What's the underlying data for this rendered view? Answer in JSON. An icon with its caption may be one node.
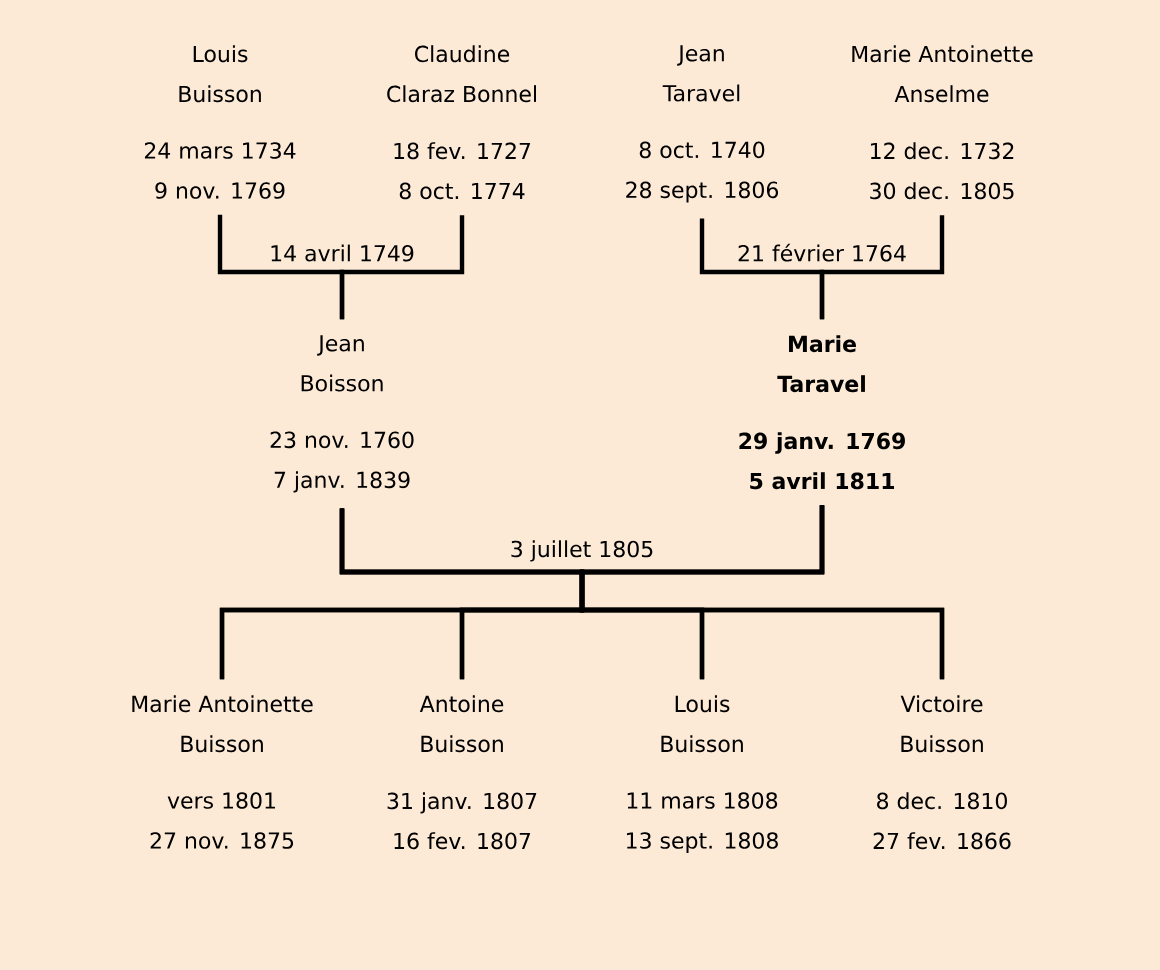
{
  "diagram": {
    "nodes": [
      {
        "text": [
          "Louis Buisson",
          "24 mars 1734",
          "9 nov. 1769"
        ]
      },
      {
        "text": [
          "Claudine Claraz Bonnel",
          "18 fev. 1727",
          "8 oct. 1774"
        ]
      },
      {
        "text": [
          "Jean Taravel",
          "8 oct. 1740",
          "28 sept. 1806"
        ]
      },
      {
        "text": [
          "Marie Antoinette Anselme",
          "12 dec. 1732",
          "30 dec. 1805"
        ]
      },
      {
        "text": [
          "Jean Boisson",
          "23 nov. 1760",
          "7 janv. 1839"
        ]
      },
      {
        "text": [
          "Marie Taravel",
          "29 janv. 1769",
          "5 avril 1811"
        ]
      },
      {
        "text": [
          "Marie Antoinette Buisson",
          "vers 1801",
          "27 nov. 1875"
        ]
      },
      {
        "text": [
          "Antoine Buisson",
          "31 janv. 1807",
          "16 fev. 1807"
        ]
      },
      {
        "text": [
          "Louis Buisson",
          "11 mars 1808",
          "13 sept. 1808"
        ]
      },
      {
        "text": [
          "Victoire Buisson",
          "8 dec. 1810",
          "27 fev. 1866"
        ]
      }
    ],
    "edges": [
      {
        "from": 0,
        "to": 4,
        "arrow": "none",
        "label": "14 avril 1749"
      },
      {
        "from": 1,
        "to": 4,
        "arrow": "none"
      },
      {
        "from": 2,
        "to": 5,
        "arrow": "none",
        "label": "21 février 1764"
      },
      {
        "from": 3,
        "to": 5,
        "arrow": "none"
      },
      {
        "from": 4,
        "to": 6,
        "arrow": "none",
        "label": "3 juillet 1805"
      },
      {
        "from": 4,
        "to": 7,
        "arrow": "none"
      },
      {
        "from": 4,
        "to": 8,
        "arrow": "none"
      },
      {
        "from": 4,
        "to": 9,
        "arrow": "none"
      },
      {
        "from": 5,
        "to": 6,
        "arrow": "none"
      },
      {
        "from": 5,
        "to": 7,
        "arrow": "none"
      },
      {
        "from": 5,
        "to": 8,
        "arrow": "none"
      },
      {
        "from": 5,
        "to": 9,
        "arrow": "none"
      }
    ]
  }
}
